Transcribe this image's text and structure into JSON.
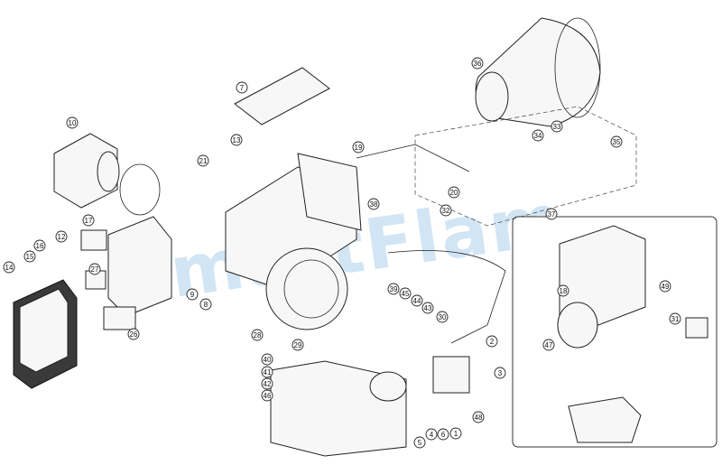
{
  "watermark": {
    "text": "SmartFlam",
    "color": "#5da2d6"
  },
  "callouts": [
    "1",
    "2",
    "3",
    "4",
    "5",
    "6",
    "7",
    "8",
    "9",
    "10",
    "12",
    "13",
    "14",
    "15",
    "16",
    "17",
    "18",
    "19",
    "20",
    "21",
    "26",
    "27",
    "28",
    "29",
    "30",
    "31",
    "32",
    "33",
    "34",
    "35",
    "36",
    "37",
    "38",
    "39",
    "40",
    "41",
    "42",
    "43",
    "44",
    "45",
    "46",
    "47",
    "48",
    "49"
  ],
  "colors": {
    "line": "#222222",
    "callout_fill": "#ffffff",
    "panel_border": "#333333"
  }
}
